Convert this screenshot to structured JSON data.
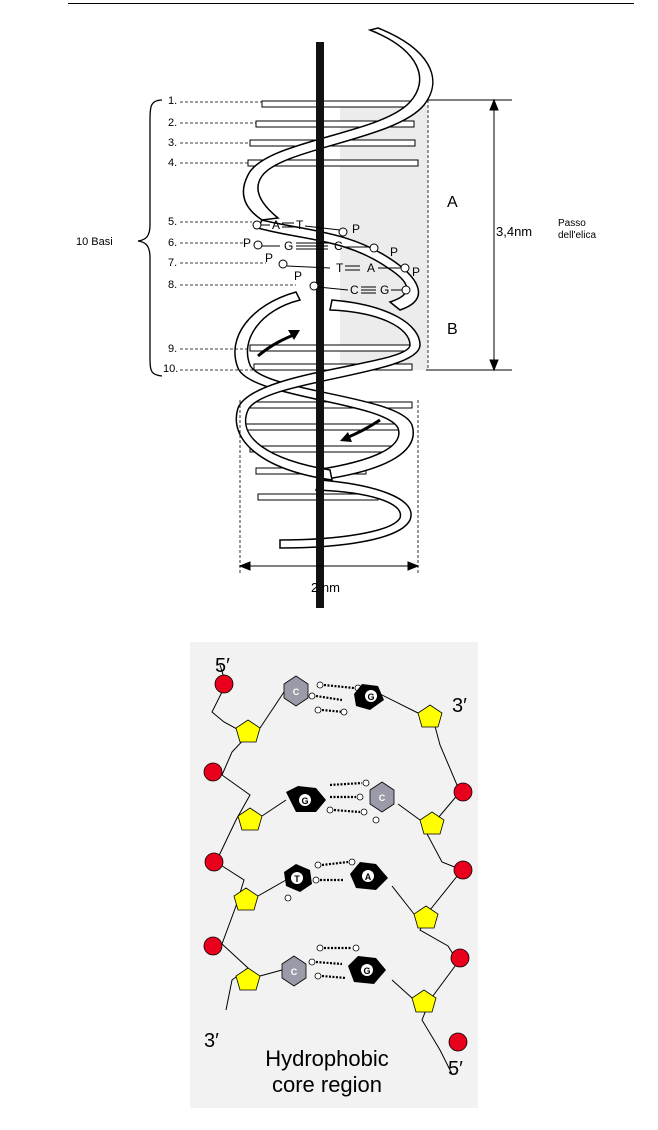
{
  "helix": {
    "brace_label": "10 Basi",
    "base_numbers": [
      "1.",
      "2.",
      "3.",
      "4.",
      "5.",
      "6.",
      "7.",
      "8.",
      "9.",
      "10."
    ],
    "region_a": "A",
    "region_b": "B",
    "pitch_value": "3,4nm",
    "pitch_label_line1": "Passo",
    "pitch_label_line2": "dell'elica",
    "width_label": "2 nm",
    "pair_labels": {
      "row5_left": "A",
      "row5_right": "T",
      "row6_left": "G",
      "row6_right": "C",
      "row7_left": "T",
      "row7_right": "A",
      "row8_left": "C",
      "row8_right": "G",
      "phosphate": "P"
    }
  },
  "ladder": {
    "five_prime_top": "5′",
    "three_prime_top": "3′",
    "three_prime_bottom": "3′",
    "five_prime_bottom": "5′",
    "core_label_line1": "Hydrophobic",
    "core_label_line2": "core region",
    "pairs": [
      {
        "left": "C",
        "right": "G"
      },
      {
        "left": "G",
        "right": "C"
      },
      {
        "left": "T",
        "right": "A"
      },
      {
        "left": "C",
        "right": "G"
      }
    ]
  },
  "colors": {
    "phosphate": "#e8001c",
    "sugar": "#ffff00",
    "purine": "#000000",
    "pyrimidine_hatched": "#9a9aa8"
  }
}
